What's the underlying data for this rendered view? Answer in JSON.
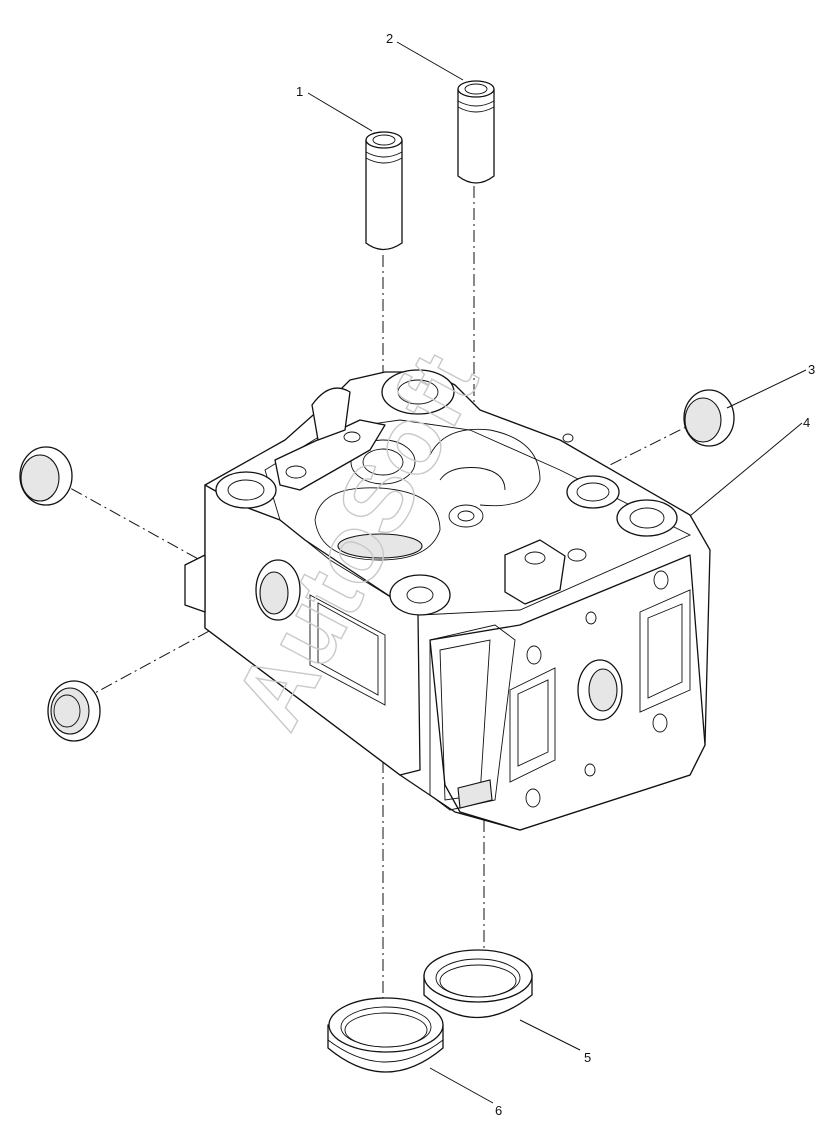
{
  "diagram": {
    "callouts": [
      {
        "id": "1",
        "label": "1"
      },
      {
        "id": "2",
        "label": "2"
      },
      {
        "id": "3",
        "label": "3"
      },
      {
        "id": "4",
        "label": "4"
      },
      {
        "id": "5",
        "label": "5"
      },
      {
        "id": "6",
        "label": "6"
      }
    ],
    "watermark": "AutoSoft"
  }
}
